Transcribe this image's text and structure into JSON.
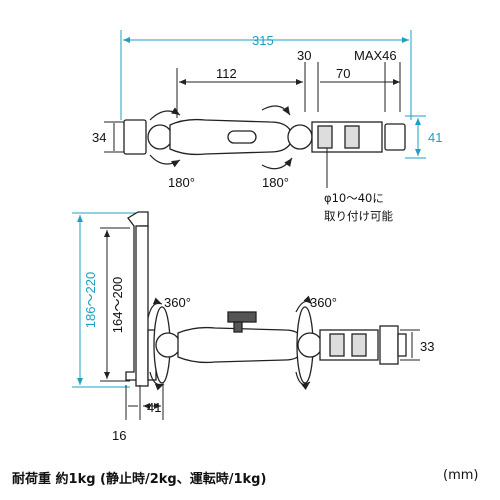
{
  "labels": {
    "d315": "315",
    "d30": "30",
    "dmax46": "MAX46",
    "d112": "112",
    "d70": "70",
    "d34": "34",
    "d41_right": "41",
    "rot180_left": "180°",
    "rot180_right": "180°",
    "clamp_range": "φ10～40に",
    "clamp_range_line2": "取り付け可能",
    "d186_220": "186～220",
    "d164_200": "164～200",
    "rot360_left": "360°",
    "rot360_right": "360°",
    "d33": "33",
    "d41_bottom": "41",
    "d16": "16"
  },
  "footer": {
    "weight": "耐荷重 約1kg (静止時/2kg、運転時/1kg)",
    "unit": "(mm)"
  },
  "colors": {
    "dimension_cyan": "#1e9fc4",
    "line": "#222222",
    "fill_dark": "#555555"
  }
}
